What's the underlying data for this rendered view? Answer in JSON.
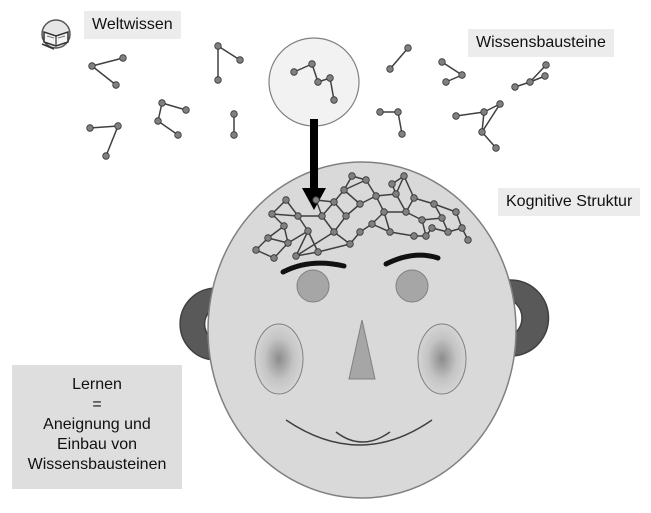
{
  "labels": {
    "weltwissen": "Weltwissen",
    "wissensbausteine": "Wissensbausteine",
    "kognitive_struktur": "Kognitive Struktur"
  },
  "learning_box": {
    "lines": [
      "Lernen",
      "=",
      "Aneignung und",
      "Einbau von",
      "Wissensbausteinen"
    ]
  },
  "icons": {
    "world_knowledge": "book-icon",
    "arrow": "arrow-down-icon"
  },
  "colors": {
    "head_fill": "#d9d9d9",
    "feature_fill": "#a6a6a6",
    "ear_fill": "#595959",
    "node_fill": "#808080",
    "edge_color": "#404040",
    "arrow_color": "#000000",
    "label_bg": "#ececec"
  }
}
